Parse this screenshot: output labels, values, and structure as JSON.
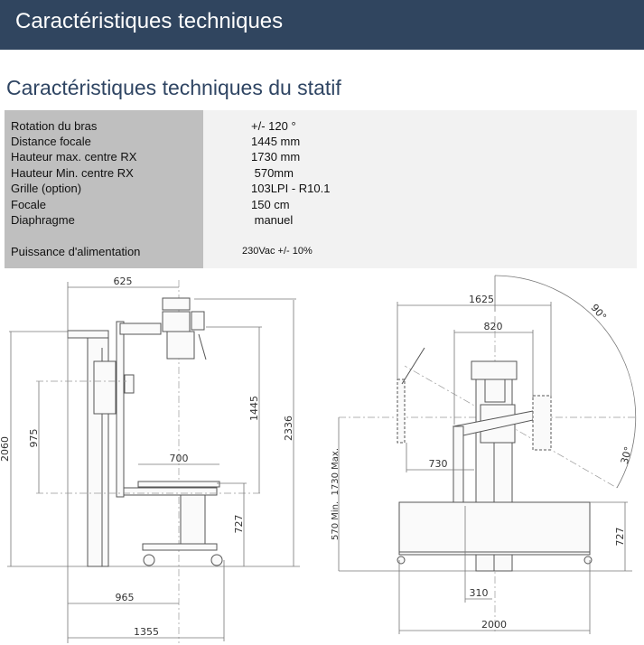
{
  "header": {
    "title": "Caractéristiques techniques"
  },
  "section": {
    "title": "Caractéristiques techniques du statif"
  },
  "specs": [
    {
      "label": "Rotation du bras",
      "value": "+/- 120 °"
    },
    {
      "label": "Distance focale",
      "value": "1445 mm"
    },
    {
      "label": "Hauteur max. centre RX",
      "value": "1730 mm"
    },
    {
      "label": "Hauteur Min. centre RX",
      "value": " 570mm"
    },
    {
      "label": "Grille (option)",
      "value": "103LPI - R10.1"
    },
    {
      "label": "Focale",
      "value": "150 cm"
    },
    {
      "label": "Diaphragme",
      "value": " manuel"
    },
    {
      "label": "Puissance d'alimentation",
      "value": "230Vac +/- 10%"
    }
  ],
  "side_view": {
    "dims": {
      "d625": "625",
      "d2060": "2060",
      "d975": "975",
      "d1445": "1445",
      "d2336": "2336",
      "d700": "700",
      "d727": "727",
      "d965": "965",
      "d1355": "1355"
    }
  },
  "front_view": {
    "dims": {
      "d1625": "1625",
      "d820": "820",
      "a90": "90°",
      "a30": "30°",
      "height_range": "570 Min.  1730 Max.",
      "d730": "730",
      "d727": "727",
      "d310": "310",
      "d2000": "2000"
    }
  }
}
